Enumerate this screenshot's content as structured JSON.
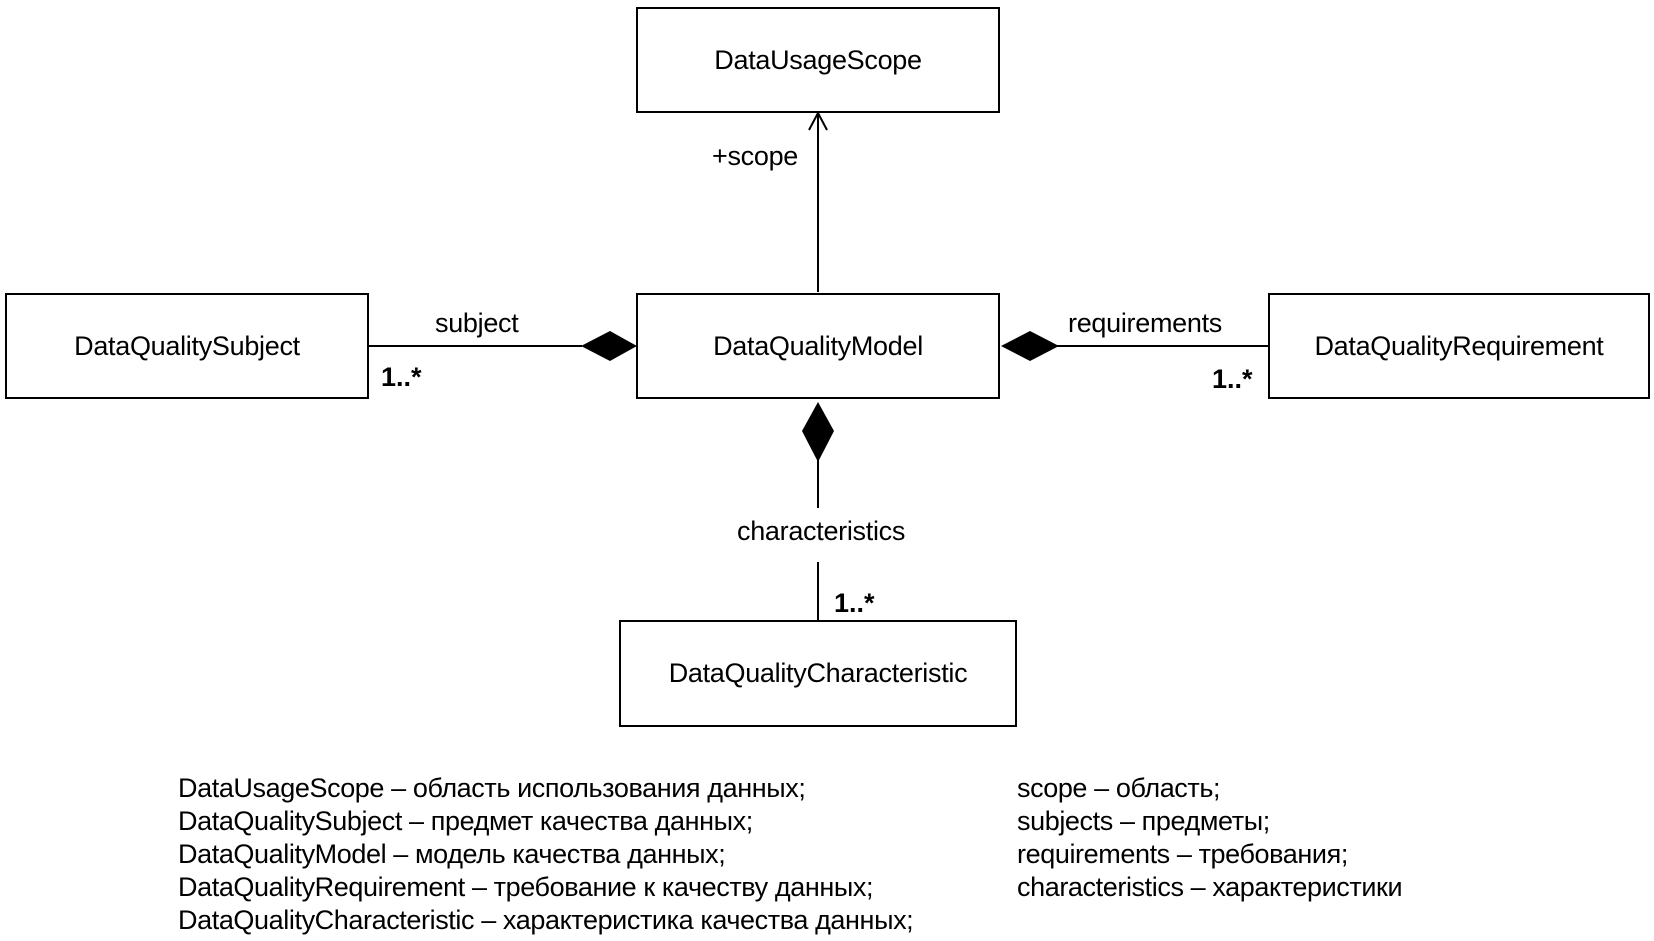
{
  "classes": {
    "usage_scope": "DataUsageScope",
    "subject": "DataQualitySubject",
    "model": "DataQualityModel",
    "requirement": "DataQualityRequirement",
    "characteristic": "DataQualityCharacteristic"
  },
  "roles": {
    "scope": "+scope",
    "subject": "subject",
    "requirements": "requirements",
    "characteristics": "characteristics"
  },
  "multiplicities": {
    "subject": "1..*",
    "requirements": "1..*",
    "characteristics": "1..*"
  },
  "legend": {
    "left": [
      "DataUsageScope – область использования данных;",
      "DataQualitySubject  – предмет качества данных;",
      "DataQualityModel – модель качества данных;",
      "DataQualityRequirement – требование к качеству данных;",
      "DataQualityCharacteristic – характеристика качества данных;"
    ],
    "right": [
      "scope – область;",
      "subjects – предметы;",
      "requirements – требования;",
      "characteristics –  характеристики"
    ]
  }
}
